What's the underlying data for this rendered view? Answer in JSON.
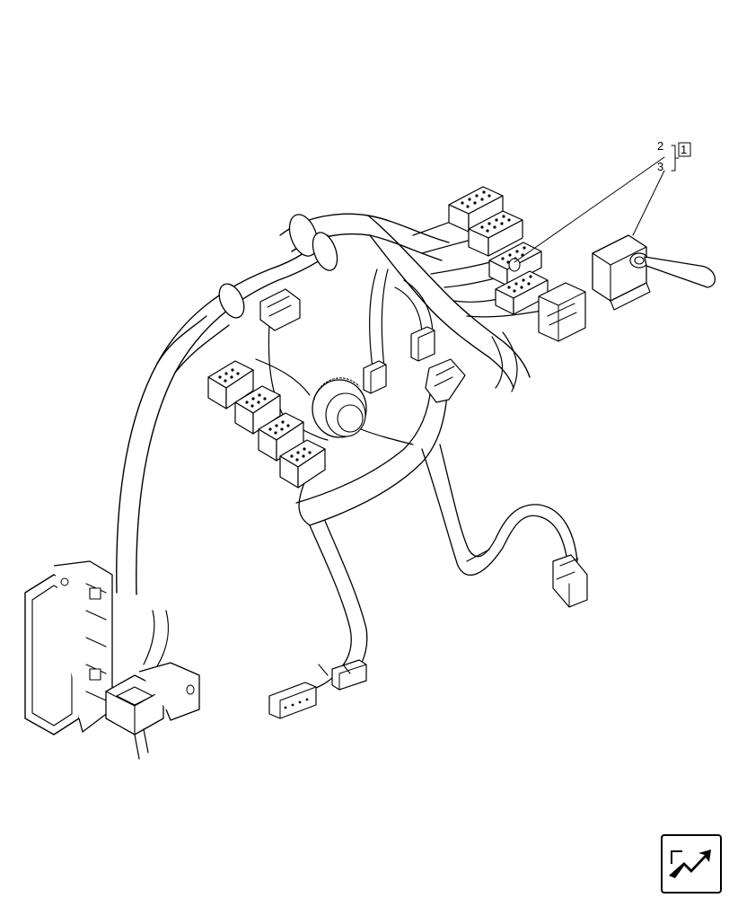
{
  "callouts": {
    "item_2": "2",
    "item_3": "3",
    "item_1": "1"
  },
  "icons": {
    "navigation": "next-page-arrow-icon"
  },
  "colors": {
    "line": "#000000",
    "background": "#ffffff"
  }
}
